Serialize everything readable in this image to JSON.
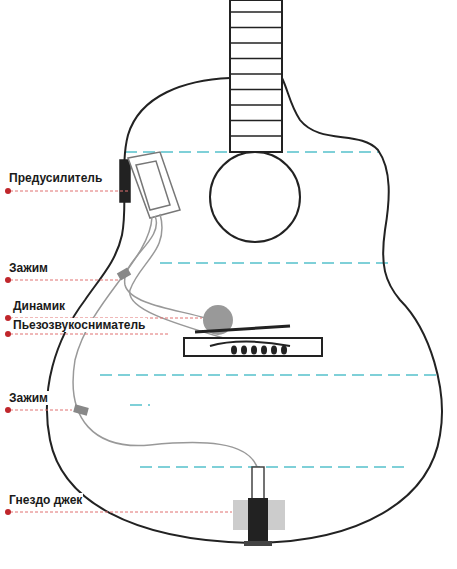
{
  "diagram": {
    "labels": [
      "Предусилитель",
      "Зажим",
      "Динамик",
      "Пьезозвукосниматель",
      "Зажим",
      "Гнездо джек"
    ]
  }
}
